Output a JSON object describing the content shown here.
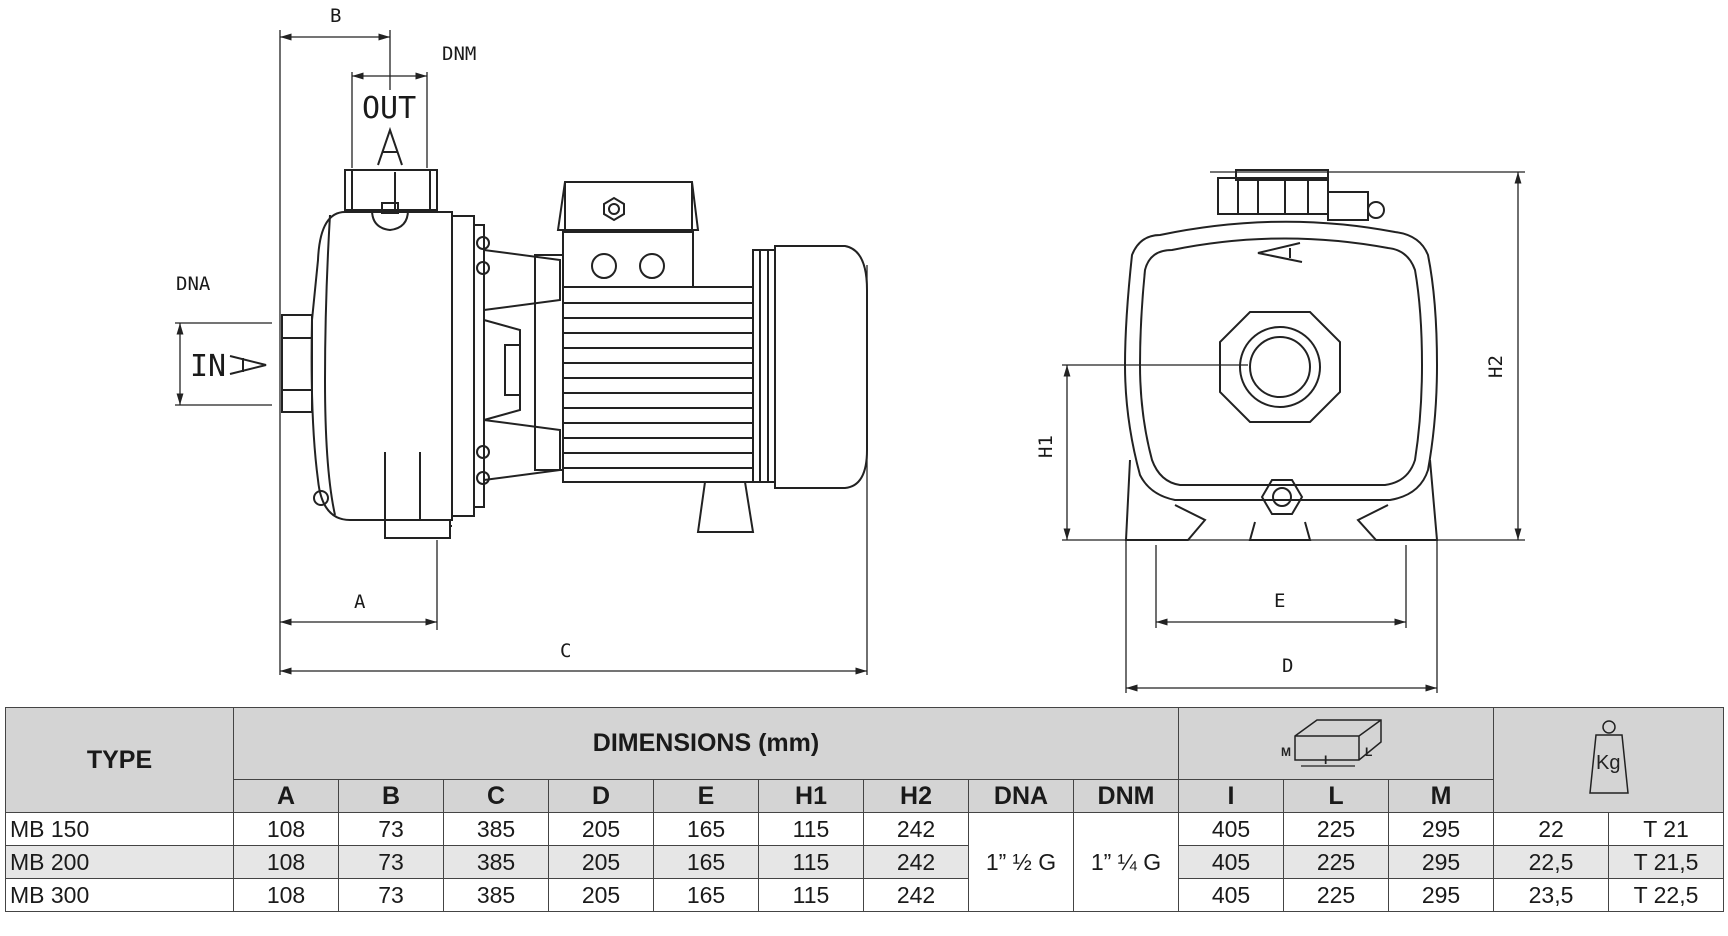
{
  "drawing": {
    "labels": {
      "b": "B",
      "dnm": "DNM",
      "out": "OUT",
      "dna": "DNA",
      "in": "IN",
      "a": "A",
      "c": "C",
      "h1": "H1",
      "h2": "H2",
      "e": "E",
      "d": "D"
    }
  },
  "table": {
    "type_header": "TYPE",
    "dimensions_header": "DIMENSIONS (mm)",
    "columns": [
      "A",
      "B",
      "C",
      "D",
      "E",
      "H1",
      "H2",
      "DNA",
      "DNM",
      "I",
      "L",
      "M"
    ],
    "package_icon": {
      "name": "package-box-icon",
      "labels": {
        "m": "M",
        "i": "I",
        "l": "L"
      }
    },
    "weight_icon": {
      "name": "weight-kg-icon",
      "label": "Kg"
    },
    "rows": [
      {
        "type": "MB 150",
        "A": "108",
        "B": "73",
        "C": "385",
        "D": "205",
        "E": "165",
        "H1": "115",
        "H2": "242",
        "I": "405",
        "L": "225",
        "M": "295",
        "kg": "22",
        "t": "T 21"
      },
      {
        "type": "MB 200",
        "A": "108",
        "B": "73",
        "C": "385",
        "D": "205",
        "E": "165",
        "H1": "115",
        "H2": "242",
        "I": "405",
        "L": "225",
        "M": "295",
        "kg": "22,5",
        "t": "T 21,5"
      },
      {
        "type": "MB 300",
        "A": "108",
        "B": "73",
        "C": "385",
        "D": "205",
        "E": "165",
        "H1": "115",
        "H2": "242",
        "I": "405",
        "L": "225",
        "M": "295",
        "kg": "23,5",
        "t": "T 22,5"
      }
    ],
    "dna_value": "1” ½ G",
    "dnm_value": "1” ¼ G"
  }
}
